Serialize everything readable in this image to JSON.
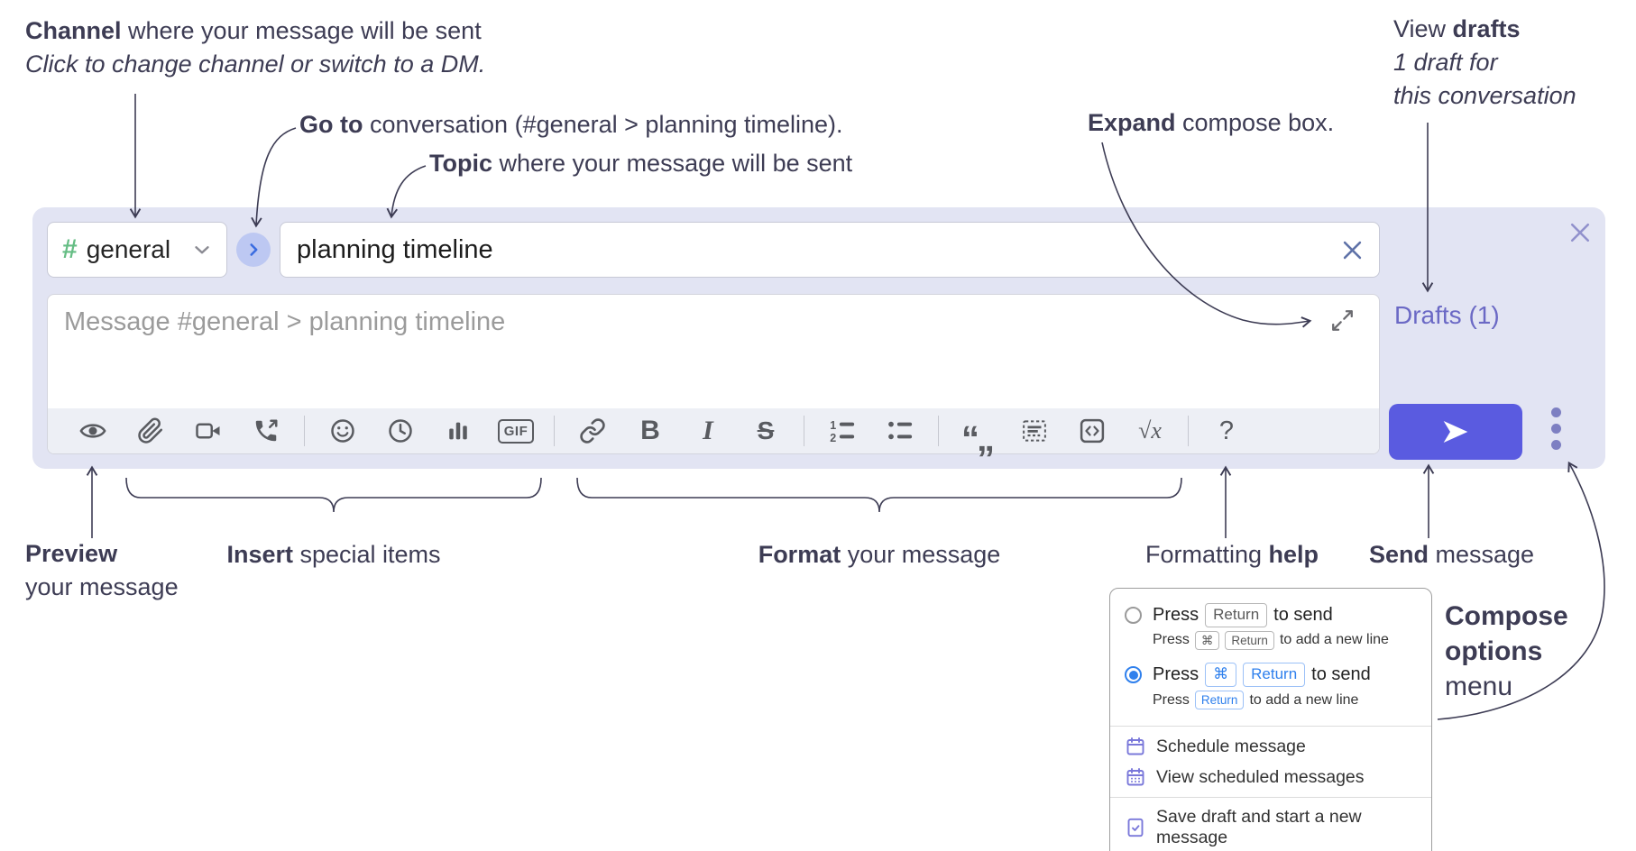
{
  "annotations": {
    "channel": {
      "bold": "Channel",
      "rest": " where your message will be sent",
      "line2": "Click to change channel or switch to a DM."
    },
    "goto": {
      "bold": "Go to",
      "rest": " conversation (#general > planning timeline)."
    },
    "topic": {
      "bold": "Topic",
      "rest": " where your message will be sent"
    },
    "expand": {
      "bold": "Expand",
      "rest": " compose box."
    },
    "view_drafts": {
      "pre": "View ",
      "bold": "drafts",
      "line2": "1 draft for",
      "line3": "this conversation"
    },
    "preview": {
      "bold": "Preview",
      "line2": "your message"
    },
    "insert": {
      "bold": "Insert",
      "rest": " special items"
    },
    "format": {
      "bold": "Format",
      "rest": " your message"
    },
    "formatting_help": {
      "pre": "Formatting ",
      "bold": "help"
    },
    "send": {
      "bold": "Send",
      "rest": " message"
    },
    "compose_options": {
      "line1": "Compose",
      "line2": "options",
      "line3": "menu"
    }
  },
  "compose": {
    "channel_selector": {
      "hash": "#",
      "name": "general"
    },
    "topic_input": {
      "value": "planning timeline"
    },
    "message_input": {
      "placeholder": "Message #general > planning timeline"
    },
    "drafts_link": "Drafts (1)",
    "toolbar": {
      "labels": {
        "gif": "GIF",
        "bold": "B",
        "italic": "I",
        "strike": "S",
        "quote": "“„",
        "math": "√x",
        "help": "?"
      },
      "groups": [
        [
          "preview-icon",
          "attach-file-icon",
          "video-call-icon",
          "audio-call-icon"
        ],
        [
          "emoji-icon",
          "schedule-clock-icon",
          "poll-icon",
          "gif-icon"
        ],
        [
          "link-icon",
          "bold-icon",
          "italic-icon",
          "strikethrough-icon"
        ],
        [
          "numbered-list-icon",
          "bulleted-list-icon"
        ],
        [
          "quote-icon",
          "spoiler-icon",
          "code-icon",
          "math-icon"
        ],
        [
          "help-icon"
        ]
      ]
    }
  },
  "popup": {
    "send_options": [
      {
        "selected": false,
        "main": {
          "pre": "Press",
          "keys": [
            "Return"
          ],
          "post": "to send"
        },
        "sub": {
          "pre": "Press",
          "keys": [
            "⌘",
            "Return"
          ],
          "post": "to add a new line"
        }
      },
      {
        "selected": true,
        "main": {
          "pre": "Press",
          "keys": [
            "⌘",
            "Return"
          ],
          "post": "to send"
        },
        "sub": {
          "pre": "Press",
          "keys": [
            "Return"
          ],
          "post": "to add a new line"
        }
      }
    ],
    "menu": [
      {
        "icon": "schedule-message-icon",
        "label": "Schedule message"
      },
      {
        "icon": "view-scheduled-icon",
        "label": "View scheduled messages"
      },
      {
        "icon": "save-draft-icon",
        "label": "Save draft and start a new message"
      }
    ]
  },
  "colors": {
    "accent_indigo": "#5a5be0",
    "lavender_bg": "#e2e4f3",
    "drafts_purple": "#6b69c5",
    "hash_green": "#65bd84",
    "kbd_blue": "#2f80ed",
    "menu_icon_purple": "#7a78da"
  }
}
